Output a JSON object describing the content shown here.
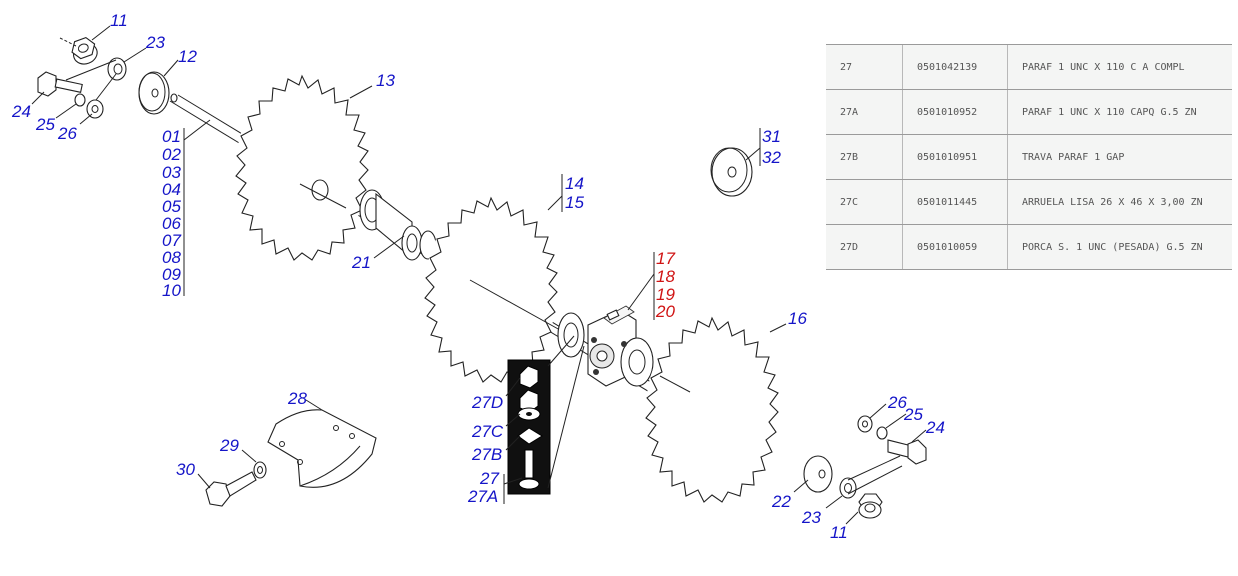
{
  "callouts": {
    "c11a": "11",
    "c23a": "23",
    "c12": "12",
    "c13": "13",
    "c24a": "24",
    "c25a": "25",
    "c26a": "26",
    "c01": "01",
    "c02": "02",
    "c03": "03",
    "c04": "04",
    "c05": "05",
    "c06": "06",
    "c07": "07",
    "c08": "08",
    "c09": "09",
    "c10": "10",
    "c21": "21",
    "c14": "14",
    "c15": "15",
    "c31": "31",
    "c32": "32",
    "c17": "17",
    "c18": "18",
    "c19": "19",
    "c20": "20",
    "c16": "16",
    "c27D": "27D",
    "c27C": "27C",
    "c27B": "27B",
    "c27": "27",
    "c27A": "27A",
    "c28": "28",
    "c29": "29",
    "c30": "30",
    "c26b": "26",
    "c25b": "25",
    "c24b": "24",
    "c22": "22",
    "c23b": "23",
    "c11b": "11"
  },
  "colors": {
    "callout_blue": "#1515c8",
    "callout_red": "#d01414",
    "table_bg": "#f4f5f4",
    "table_text": "#555555"
  },
  "parts_table": {
    "rows": [
      {
        "item": "27",
        "code": "0501042139",
        "description": "PARAF 1 UNC X 110 C A COMPL"
      },
      {
        "item": "27A",
        "code": "0501010952",
        "description": "PARAF 1 UNC X 110 CAPQ G.5 ZN"
      },
      {
        "item": "27B",
        "code": "0501010951",
        "description": "TRAVA PARAF 1 GAP"
      },
      {
        "item": "27C",
        "code": "0501011445",
        "description": "ARRUELA LISA 26 X 46 X 3,00 ZN"
      },
      {
        "item": "27D",
        "code": "0501010059",
        "description": "PORCA S. 1 UNC (PESADA) G.5 ZN"
      }
    ]
  }
}
